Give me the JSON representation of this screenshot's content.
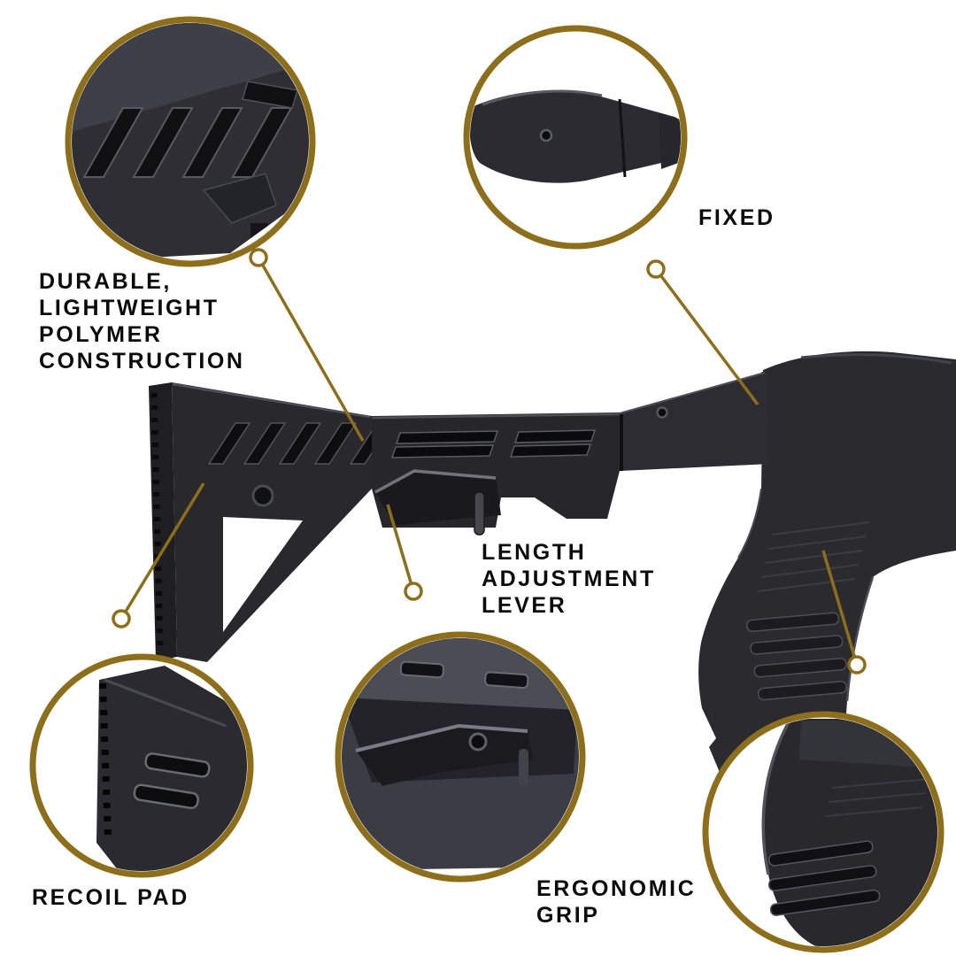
{
  "page": {
    "background_color": "#ffffff"
  },
  "colors": {
    "accent_gold": "#8d6e1a",
    "product_dark": "#26262b",
    "product_highlight": "#4e4e56",
    "label_text": "#0b0b0b"
  },
  "callouts": {
    "durable": {
      "lines": [
        "DURABLE,",
        "LIGHTWEIGHT",
        "POLYMER",
        "CONSTRUCTION"
      ]
    },
    "fixed": {
      "label": "FIXED"
    },
    "length_adjustment": {
      "lines": [
        "LENGTH",
        "ADJUSTMENT",
        "LEVER"
      ]
    },
    "recoil_pad": {
      "label": "RECOIL PAD"
    },
    "ergonomic_grip": {
      "lines": [
        "ERGONOMIC",
        "GRIP"
      ]
    }
  },
  "zoom_insets": [
    {
      "name": "polymer-texture-detail"
    },
    {
      "name": "fixed-joint-detail"
    },
    {
      "name": "recoil-pad-detail"
    },
    {
      "name": "length-adjustment-lever-detail"
    },
    {
      "name": "ergonomic-grip-detail"
    }
  ]
}
